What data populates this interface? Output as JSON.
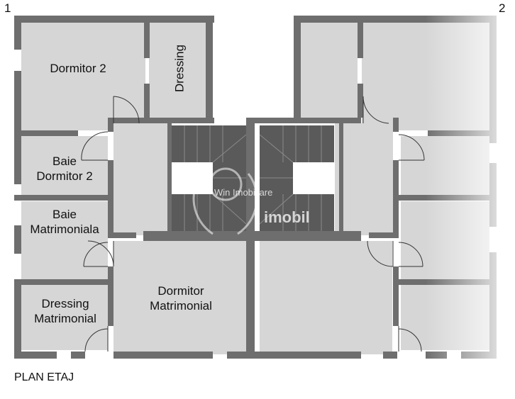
{
  "unit_numbers": {
    "left": "1",
    "right": "2"
  },
  "rooms": {
    "dormitor2": "Dormitor 2",
    "dressing": "Dressing",
    "baie_dormitor2": [
      "Baie",
      "Dormitor 2"
    ],
    "baie_matrimoniala": [
      "Baie",
      "Matrimoniala"
    ],
    "dressing_matrimonial": [
      "Dressing",
      "Matrimonial"
    ],
    "dormitor_matrimonial": [
      "Dormitor",
      "Matrimonial"
    ]
  },
  "watermark": {
    "top": "Win Imobiliare",
    "bottom": "imobil"
  },
  "plan_title": "PLAN ETAJ",
  "colors": {
    "wall": "#6e6e6e",
    "floor": "#d6d6d6",
    "stair": "#5a5a5a",
    "background": "#ffffff"
  }
}
